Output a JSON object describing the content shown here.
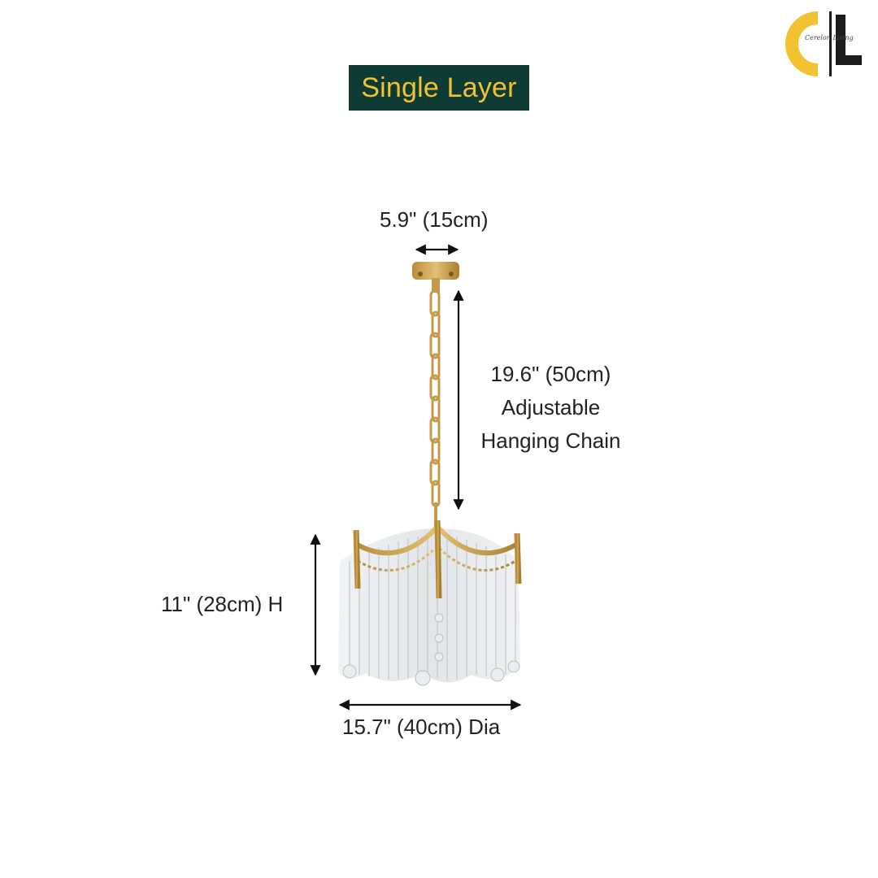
{
  "header": {
    "title": "Single Layer"
  },
  "brand": {
    "logo_text": "Cerelon Living",
    "colors": {
      "accent_yellow": "#f2c230",
      "badge_green": "#0e3b33",
      "logo_dark": "#1c1c1c"
    }
  },
  "dimensions": {
    "canopy_width": "5.9\" (15cm)",
    "chain_length": "19.6\" (50cm)",
    "chain_line2": "Adjustable",
    "chain_line3": "Hanging Chain",
    "height": "11\" (28cm) H",
    "diameter": "15.7\" (40cm) Dia"
  },
  "product": {
    "image": "crystal-rod-chandelier"
  }
}
